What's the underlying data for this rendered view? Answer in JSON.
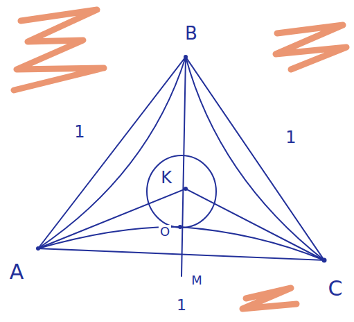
{
  "diagram": {
    "labels": [
      "B",
      "1",
      "1",
      "K",
      "O",
      "A",
      "M",
      "C",
      "1"
    ]
  }
}
